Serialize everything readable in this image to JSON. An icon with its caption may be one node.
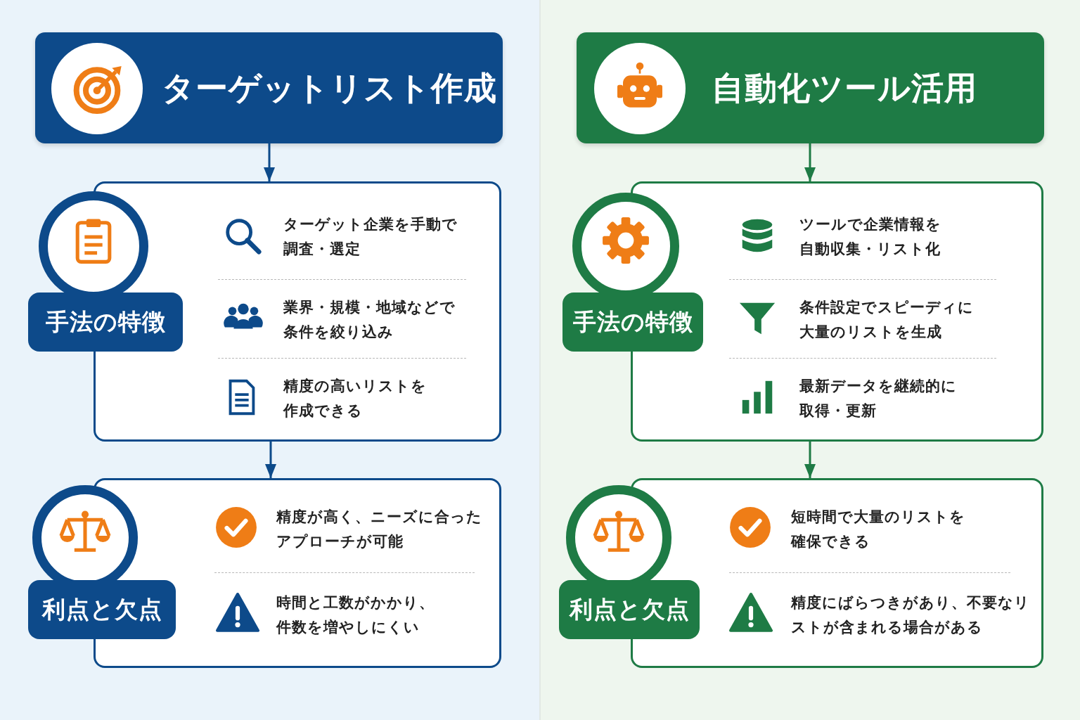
{
  "diagram": {
    "nodes": [
      {
        "text": [
          "ターゲットリスト作成"
        ]
      },
      {
        "text": [
          "手法の特徴",
          "ターゲット企業を手動で調査・選定",
          "業界・規模・地域などで条件を絞り込み",
          "精度の高いリストを作成できる"
        ]
      },
      {
        "text": [
          "利点と欠点",
          "精度が高く、ニーズに合ったアプローチが可能",
          "時間と工数がかかり、件数を増やしにくい"
        ]
      },
      {
        "text": [
          "自動化ツール活用"
        ]
      },
      {
        "text": [
          "手法の特徴",
          "ツールで企業情報を自動収集・リスト化",
          "条件設定でスピーディに大量のリストを生成",
          "最新データを継続的に取得・更新"
        ]
      },
      {
        "text": [
          "利点と欠点",
          "短時間で大量のリストを確保できる",
          "精度にばらつきがあり、不要なリストが含まれる場合がある"
        ]
      }
    ],
    "edges": [
      {
        "from": 0,
        "to": 1,
        "arrow": "to",
        "color": "#0d4a8a"
      },
      {
        "from": 1,
        "to": 2,
        "arrow": "to",
        "color": "#0d4a8a"
      },
      {
        "from": 3,
        "to": 4,
        "arrow": "to",
        "color": "#1e7b45"
      },
      {
        "from": 4,
        "to": 5,
        "arrow": "to",
        "color": "#1e7b45"
      }
    ]
  }
}
